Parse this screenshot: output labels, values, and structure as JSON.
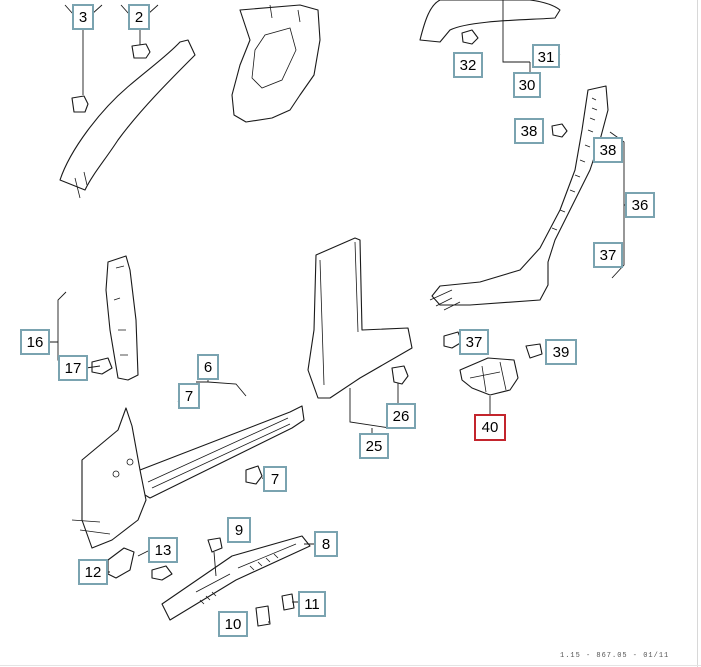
{
  "diagram": {
    "accent_color": "#7aa3b0",
    "selected_color": "#c3252d",
    "selected_callout": "40",
    "footer_code": "1.15 - 867.05 - 01/11",
    "callouts": [
      {
        "label": "3"
      },
      {
        "label": "2"
      },
      {
        "label": "32"
      },
      {
        "label": "31"
      },
      {
        "label": "30"
      },
      {
        "label": "38"
      },
      {
        "label": "38"
      },
      {
        "label": "36"
      },
      {
        "label": "37"
      },
      {
        "label": "16"
      },
      {
        "label": "17"
      },
      {
        "label": "6"
      },
      {
        "label": "7"
      },
      {
        "label": "37"
      },
      {
        "label": "39"
      },
      {
        "label": "26"
      },
      {
        "label": "25"
      },
      {
        "label": "40"
      },
      {
        "label": "7"
      },
      {
        "label": "9"
      },
      {
        "label": "13"
      },
      {
        "label": "8"
      },
      {
        "label": "12"
      },
      {
        "label": "11"
      },
      {
        "label": "10"
      }
    ]
  }
}
